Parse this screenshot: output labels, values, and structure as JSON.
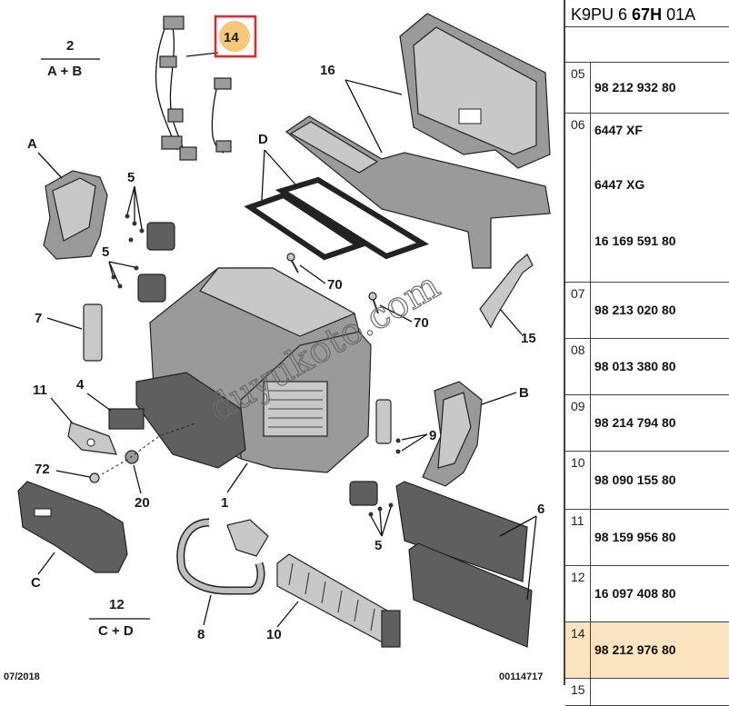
{
  "diagram": {
    "labels": {
      "l2": "2",
      "l2_sub": "A + B",
      "l14": "14",
      "l16": "16",
      "lD": "D",
      "lA": "A",
      "l5a": "5",
      "l5b": "5",
      "l5c": "5",
      "l70a": "70",
      "l70b": "70",
      "l7": "7",
      "l15": "15",
      "l11": "11",
      "l4": "4",
      "lB": "B",
      "l9": "9",
      "l72": "72",
      "l20": "20",
      "l1": "1",
      "l6": "6",
      "lC": "C",
      "l12": "12",
      "l12_sub": "C + D",
      "l8": "8",
      "l10": "10"
    },
    "date": "07/2018",
    "ref": "00114717",
    "watermark": "duyukoto.com",
    "highlight_color": "#e8232a",
    "highlight_fill": "#f5c87a"
  },
  "table": {
    "header": {
      "pre": "K9PU 6 ",
      "bold": "67H",
      "post": " 01A"
    },
    "rows": [
      {
        "idx": "05",
        "refs": [
          "98 212 932 80"
        ]
      },
      {
        "idx": "06",
        "refs": [
          "6447 XF",
          "6447 XG",
          "16 169 591 80"
        ]
      },
      {
        "idx": "07",
        "refs": [
          "98 213 020 80"
        ]
      },
      {
        "idx": "08",
        "refs": [
          "98 013 380 80"
        ]
      },
      {
        "idx": "09",
        "refs": [
          "98 214 794 80"
        ]
      },
      {
        "idx": "10",
        "refs": [
          "98 090 155 80"
        ]
      },
      {
        "idx": "11",
        "refs": [
          "98 159 956 80"
        ]
      },
      {
        "idx": "12",
        "refs": [
          "16 097 408 80"
        ]
      },
      {
        "idx": "14",
        "refs": [
          "98 212 976 80"
        ],
        "highlight": true
      },
      {
        "idx": "15",
        "refs": []
      }
    ],
    "highlight_bg": "#fbe4bf"
  }
}
